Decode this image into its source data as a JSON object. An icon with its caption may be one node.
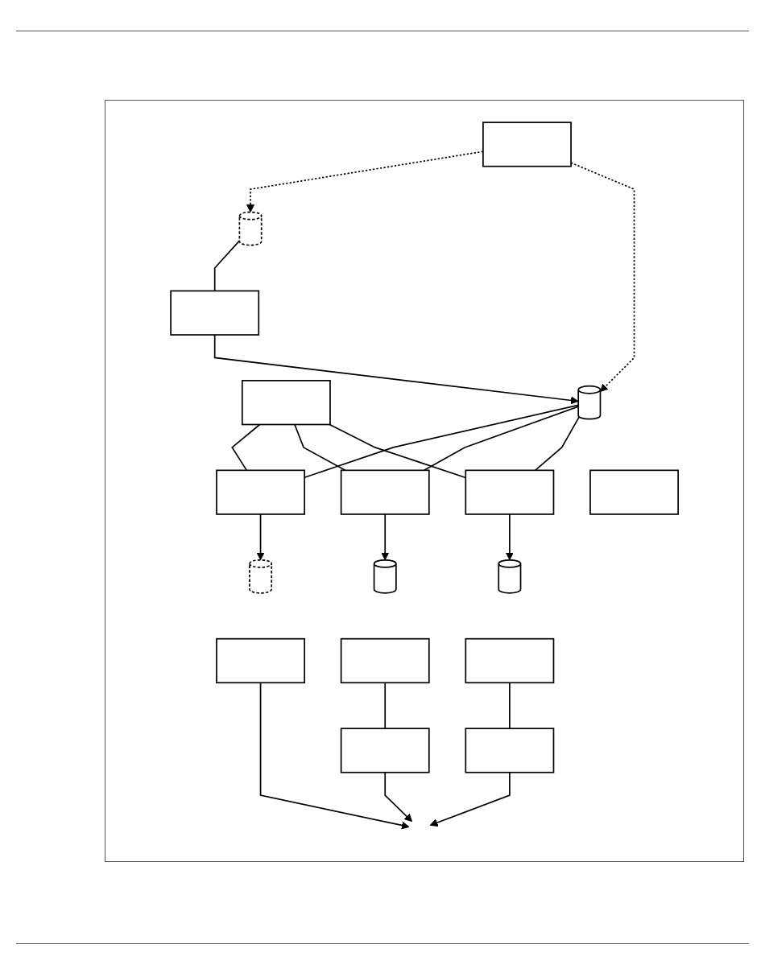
{
  "diagram": {
    "nodes": [
      {
        "text": [],
        "shape": "box"
      },
      {
        "text": [],
        "shape": "cylinder"
      },
      {
        "text": [],
        "shape": "box"
      },
      {
        "text": [],
        "shape": "box"
      },
      {
        "text": [],
        "shape": "cylinder"
      },
      {
        "text": [],
        "shape": "box"
      },
      {
        "text": [],
        "shape": "box"
      },
      {
        "text": [],
        "shape": "box"
      },
      {
        "text": [],
        "shape": "box"
      },
      {
        "text": [],
        "shape": "cylinder"
      },
      {
        "text": [],
        "shape": "box"
      },
      {
        "text": [],
        "shape": "cylinder"
      },
      {
        "text": [],
        "shape": "box"
      },
      {
        "text": [],
        "shape": "cylinder"
      },
      {
        "text": [],
        "shape": "box"
      },
      {
        "text": [],
        "shape": "box"
      },
      {
        "text": [],
        "shape": "box"
      }
    ],
    "edges": [
      {
        "from": 0,
        "to": 1,
        "arrow": "to",
        "style": "dashed"
      },
      {
        "from": 0,
        "to": 4,
        "arrow": "to",
        "style": "dashed"
      },
      {
        "from": 1,
        "to": 3,
        "arrow": "none"
      },
      {
        "from": 3,
        "to": 4,
        "arrow": "to"
      },
      {
        "from": 2,
        "to": 6,
        "arrow": "none"
      },
      {
        "from": 2,
        "to": 7,
        "arrow": "none"
      },
      {
        "from": 2,
        "to": 8,
        "arrow": "none"
      },
      {
        "from": 4,
        "to": 6,
        "arrow": "none"
      },
      {
        "from": 4,
        "to": 7,
        "arrow": "none"
      },
      {
        "from": 4,
        "to": 8,
        "arrow": "none"
      },
      {
        "from": 6,
        "to": 9,
        "arrow": "to"
      },
      {
        "from": 7,
        "to": 11,
        "arrow": "to"
      },
      {
        "from": 8,
        "to": 13,
        "arrow": "to"
      },
      {
        "from": 12,
        "to": 15,
        "arrow": "none"
      },
      {
        "from": 14,
        "to": 16,
        "arrow": "none"
      },
      {
        "from": 10,
        "to": null,
        "arrow": "to"
      },
      {
        "from": 15,
        "to": null,
        "arrow": "to"
      },
      {
        "from": 16,
        "to": null,
        "arrow": "to"
      }
    ]
  }
}
